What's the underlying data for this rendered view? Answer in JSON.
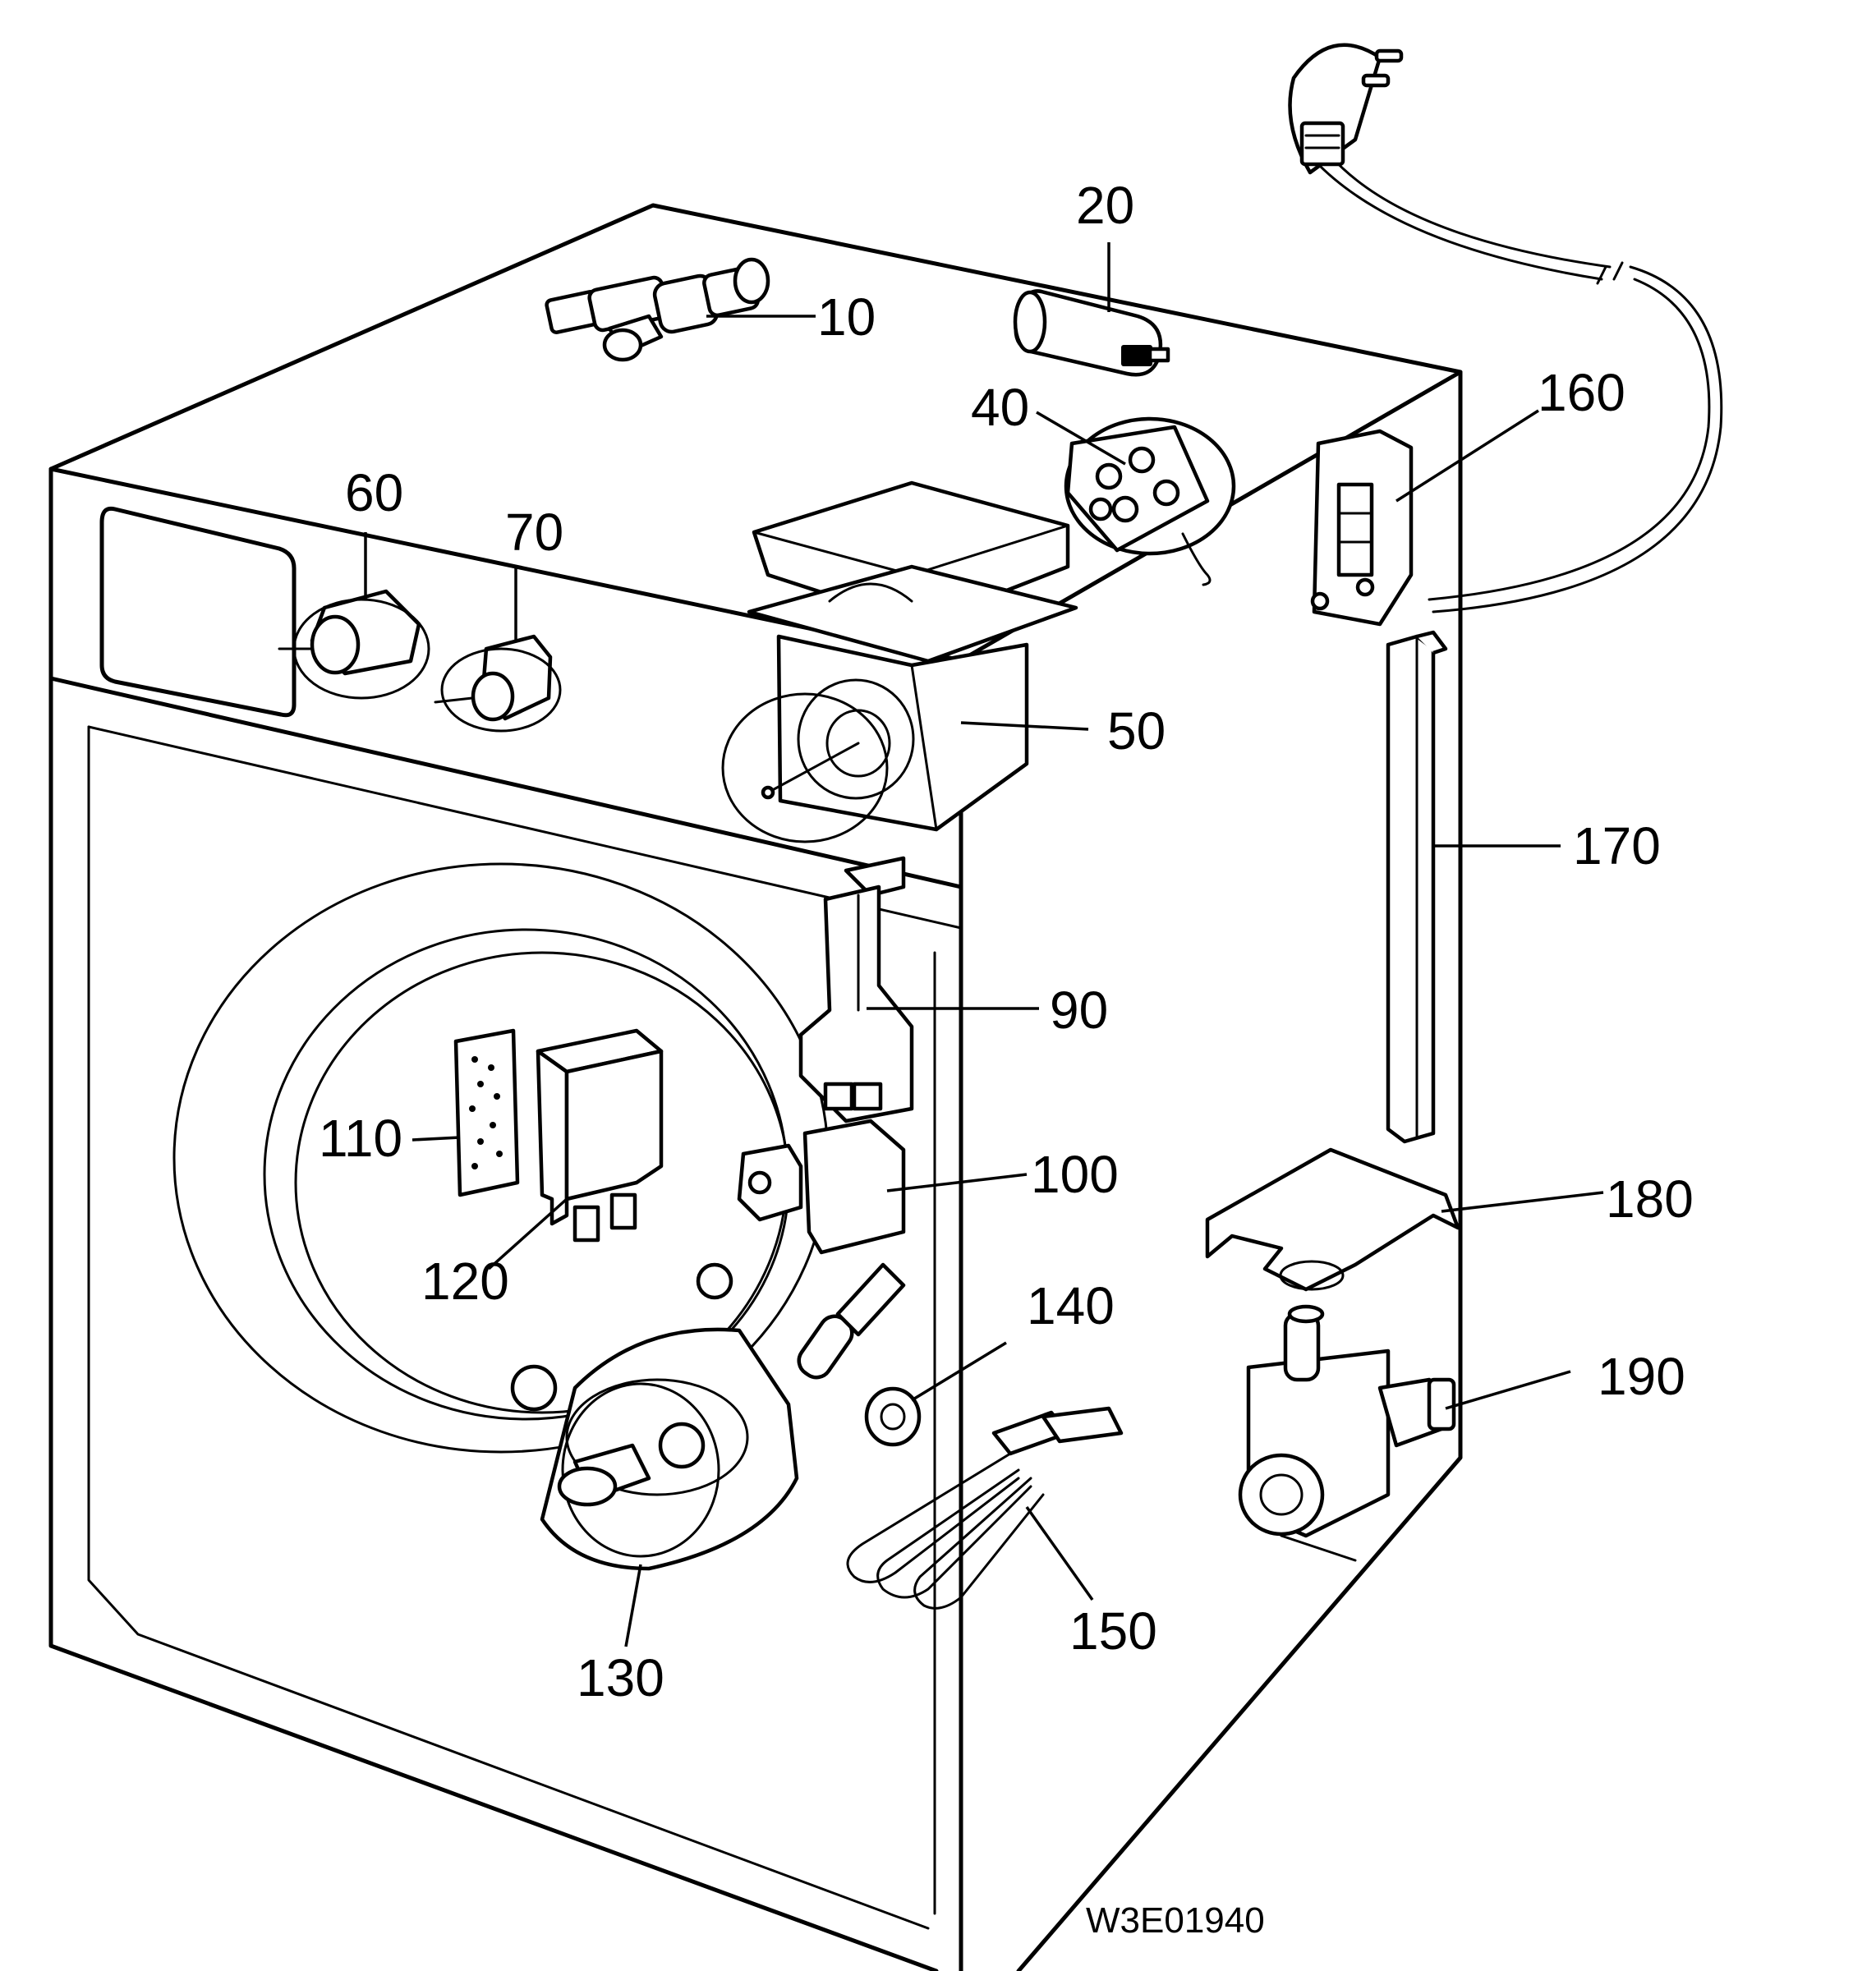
{
  "diagram": {
    "reference_code": "W3E01940",
    "callouts": [
      {
        "id": "p10",
        "label": "10"
      },
      {
        "id": "p20",
        "label": "20"
      },
      {
        "id": "p40",
        "label": "40"
      },
      {
        "id": "p50",
        "label": "50"
      },
      {
        "id": "p60",
        "label": "60"
      },
      {
        "id": "p70",
        "label": "70"
      },
      {
        "id": "p90",
        "label": "90"
      },
      {
        "id": "p100",
        "label": "100"
      },
      {
        "id": "p110",
        "label": "110"
      },
      {
        "id": "p120",
        "label": "120"
      },
      {
        "id": "p130",
        "label": "130"
      },
      {
        "id": "p140",
        "label": "140"
      },
      {
        "id": "p150",
        "label": "150"
      },
      {
        "id": "p160",
        "label": "160"
      },
      {
        "id": "p170",
        "label": "170"
      },
      {
        "id": "p180",
        "label": "180"
      },
      {
        "id": "p190",
        "label": "190"
      }
    ]
  }
}
